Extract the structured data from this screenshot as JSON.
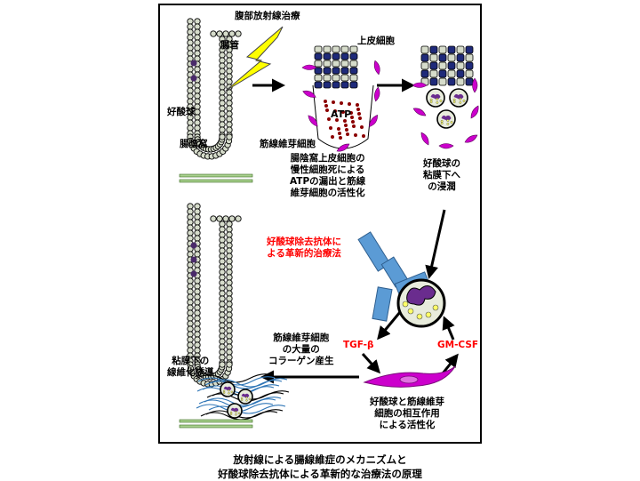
{
  "labels": {
    "radiation": "腹部放射線治療",
    "intestine": "腸管",
    "epithelial": "上皮細胞",
    "eosinophil": "好酸球",
    "crypt": "腸陰窩",
    "fibroblast": "筋線維芽細胞",
    "atp": "ATP",
    "crypt_desc": [
      "腸陰窩上皮細胞の",
      "慢性細胞死による",
      "ATPの漏出と筋線",
      "維芽細胞の活性化"
    ],
    "infiltration": [
      "好酸球の",
      "粘膜下へ",
      "の浸潤"
    ],
    "therapy": [
      "好酸球除去抗体に",
      "よる革新的治療法"
    ],
    "tgf": "TGF-β",
    "gmcsf": "GM-CSF",
    "interaction": [
      "好酸球と筋線維芽",
      "細胞の相互作用",
      "による活性化"
    ],
    "collagen": [
      "筋線維芽細胞",
      "の大量の",
      "コラーゲン産生"
    ],
    "fibrosis": [
      "粘膜下の",
      "線維化誘導"
    ]
  },
  "caption": [
    "放射線による腸線維症のメカニズムと",
    "好酸球除去抗体による革新的な治療法の原理"
  ],
  "colors": {
    "red_text": "#ff0000",
    "bolt": "#ffff00",
    "antibody": "#5b9bd5",
    "fibroblast": "#cc00cc",
    "eosinophil": "#6a2c8e",
    "cell": "#d6dccb",
    "tissue": "#a9d18e",
    "fiber": "#2e75b6"
  }
}
